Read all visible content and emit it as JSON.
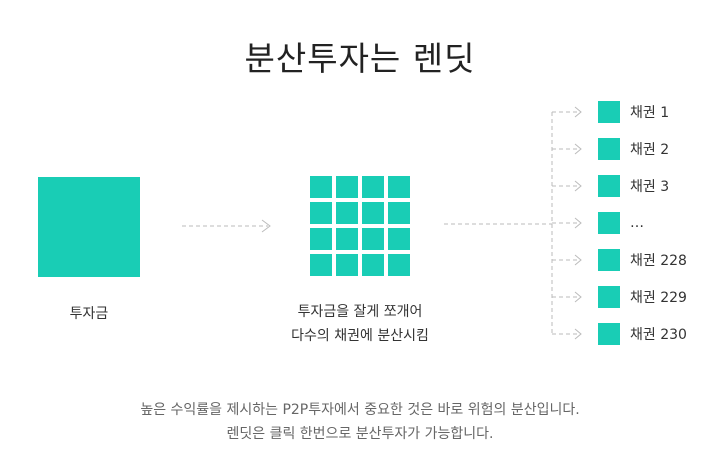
{
  "title": "분산투자는 렌딧",
  "left_label": "투자금",
  "middle_label": {
    "line1": "투자금을 잘게 쪼개어",
    "line2": "다수의 채권에 분산시킴"
  },
  "bonds": [
    "채권 1",
    "채권 2",
    "채권 3",
    "…",
    "채권 228",
    "채권 229",
    "채권 230"
  ],
  "footer": {
    "line1": "높은 수익률을 제시하는 P2P투자에서 중요한 것은 바로 위험의 분산입니다.",
    "line2": "렌딧은 클릭 한번으로 분산투자가 가능합니다."
  },
  "colors": {
    "accent": "#19cdb5",
    "connector": "#bbbbbb"
  }
}
